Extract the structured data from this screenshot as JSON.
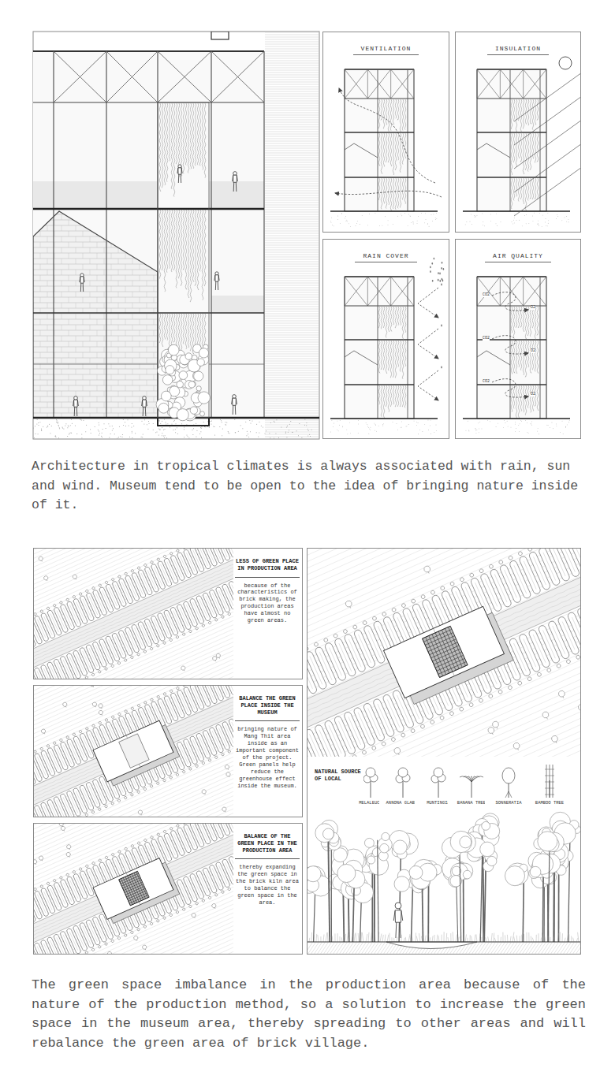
{
  "diagram": {
    "nodes": [
      {
        "text": [
          "VENTILATION"
        ]
      },
      {
        "text": [
          "INSULATION"
        ]
      },
      {
        "text": [
          "RAIN COVER"
        ]
      },
      {
        "text": [
          "AIR QUALITY"
        ]
      },
      {
        "text": [
          "LESS OF GREEN PLACE IN PRODUCTION AREA",
          "because of the characteristics of brick making, the production areas have almost no green areas."
        ]
      },
      {
        "text": [
          "BALANCE THE GREEN PLACE INSIDE THE MUSEUM",
          "bringing nature of Mang Thit area inside as an important component of the project. Green panels help reduce the greenhouse effect inside the museum."
        ]
      },
      {
        "text": [
          "BALANCE OF THE GREEN PLACE IN THE PRODUCTION AREA",
          "thereby expanding the green space in the brick kiln area to balance the green space in the area."
        ]
      },
      {
        "text": [
          "NATURAL SOURCE OF LOCAL"
        ]
      }
    ],
    "labels": [
      "CO2",
      "O2",
      "CO2",
      "O2",
      "CO2",
      "O2",
      "Architecture in tropical climates is always associated with rain, sun and wind. Museum tend to be open to the idea of bringing nature inside of it.",
      "MELALEUCA",
      "ANNONA GLABRA",
      "MUNTINGIA",
      "BANANA TREE",
      "SONNERATIA",
      "BAMBOO TREE",
      "The green space imbalance in the production area because of the nature of the production method, so a solution to increase the green space in the museum area, thereby spreading to other areas and will rebalance the green area of brick village."
    ]
  }
}
